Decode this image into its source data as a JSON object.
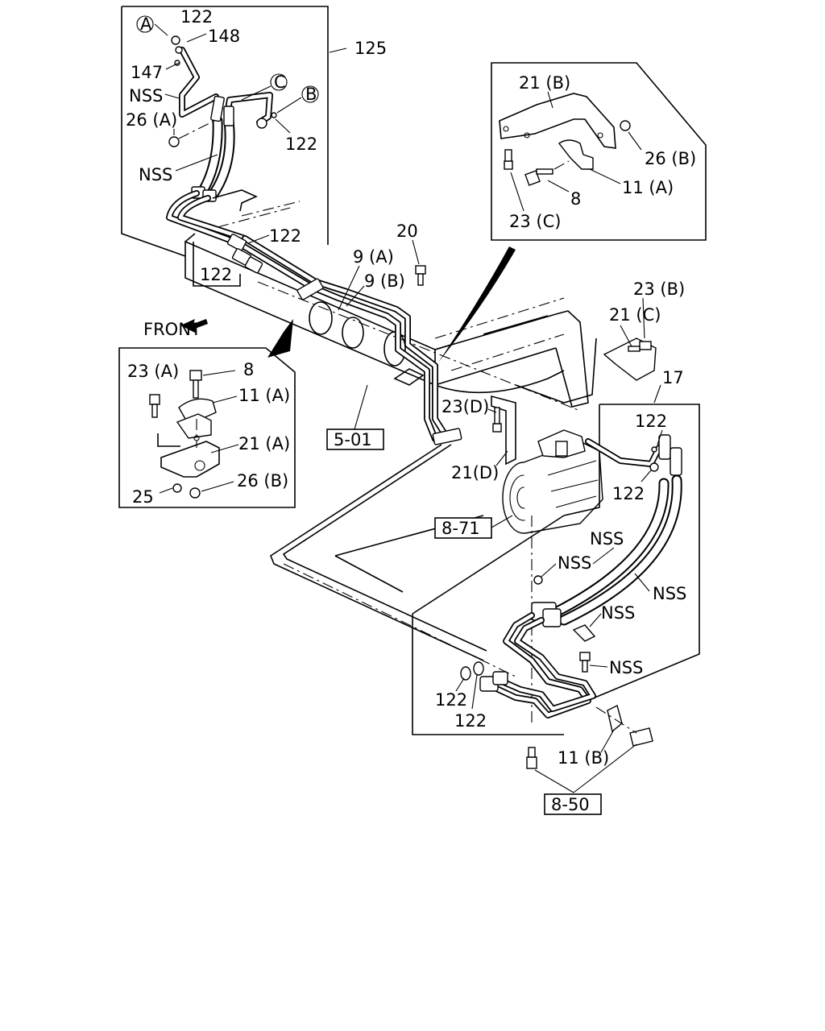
{
  "labels": {
    "top_box": {
      "ref_125": "125",
      "marker_a": "A",
      "marker_b": "B",
      "marker_c": "C",
      "p122_a": "122",
      "p148": "148",
      "p147": "147",
      "nss_a": "NSS",
      "p26a": "26 (A)",
      "p122_b": "122",
      "nss_b": "NSS",
      "p122_c": "122"
    },
    "main": {
      "p122_d": "122",
      "p20": "20",
      "p9a": "9 (A)",
      "p9b": "9 (B)",
      "front": "FRONT",
      "p23b": "23 (B)",
      "p21c": "21 (C)",
      "p17": "17",
      "p23d": "23(D)",
      "p21d": "21(D)",
      "ref_501": "5-01",
      "ref_871": "8-71",
      "ref_850": "8-50"
    },
    "detail_right": {
      "p21b": "21 (B)",
      "p26b": "26 (B)",
      "p11a": "11 (A)",
      "p8": "8",
      "p23c": "23 (C)"
    },
    "detail_left": {
      "p23a": "23 (A)",
      "p8": "8",
      "p11a": "11 (A)",
      "p21a": "21 (A)",
      "p26b": "26 (B)",
      "p25": "25"
    },
    "right_box": {
      "p122_e": "122",
      "p122_f": "122",
      "nss_c": "NSS",
      "nss_d": "NSS",
      "nss_e": "NSS",
      "nss_f": "NSS",
      "nss_g": "NSS"
    },
    "bottom": {
      "p122_g": "122",
      "p122_h": "122",
      "p11b": "11 (B)"
    }
  }
}
